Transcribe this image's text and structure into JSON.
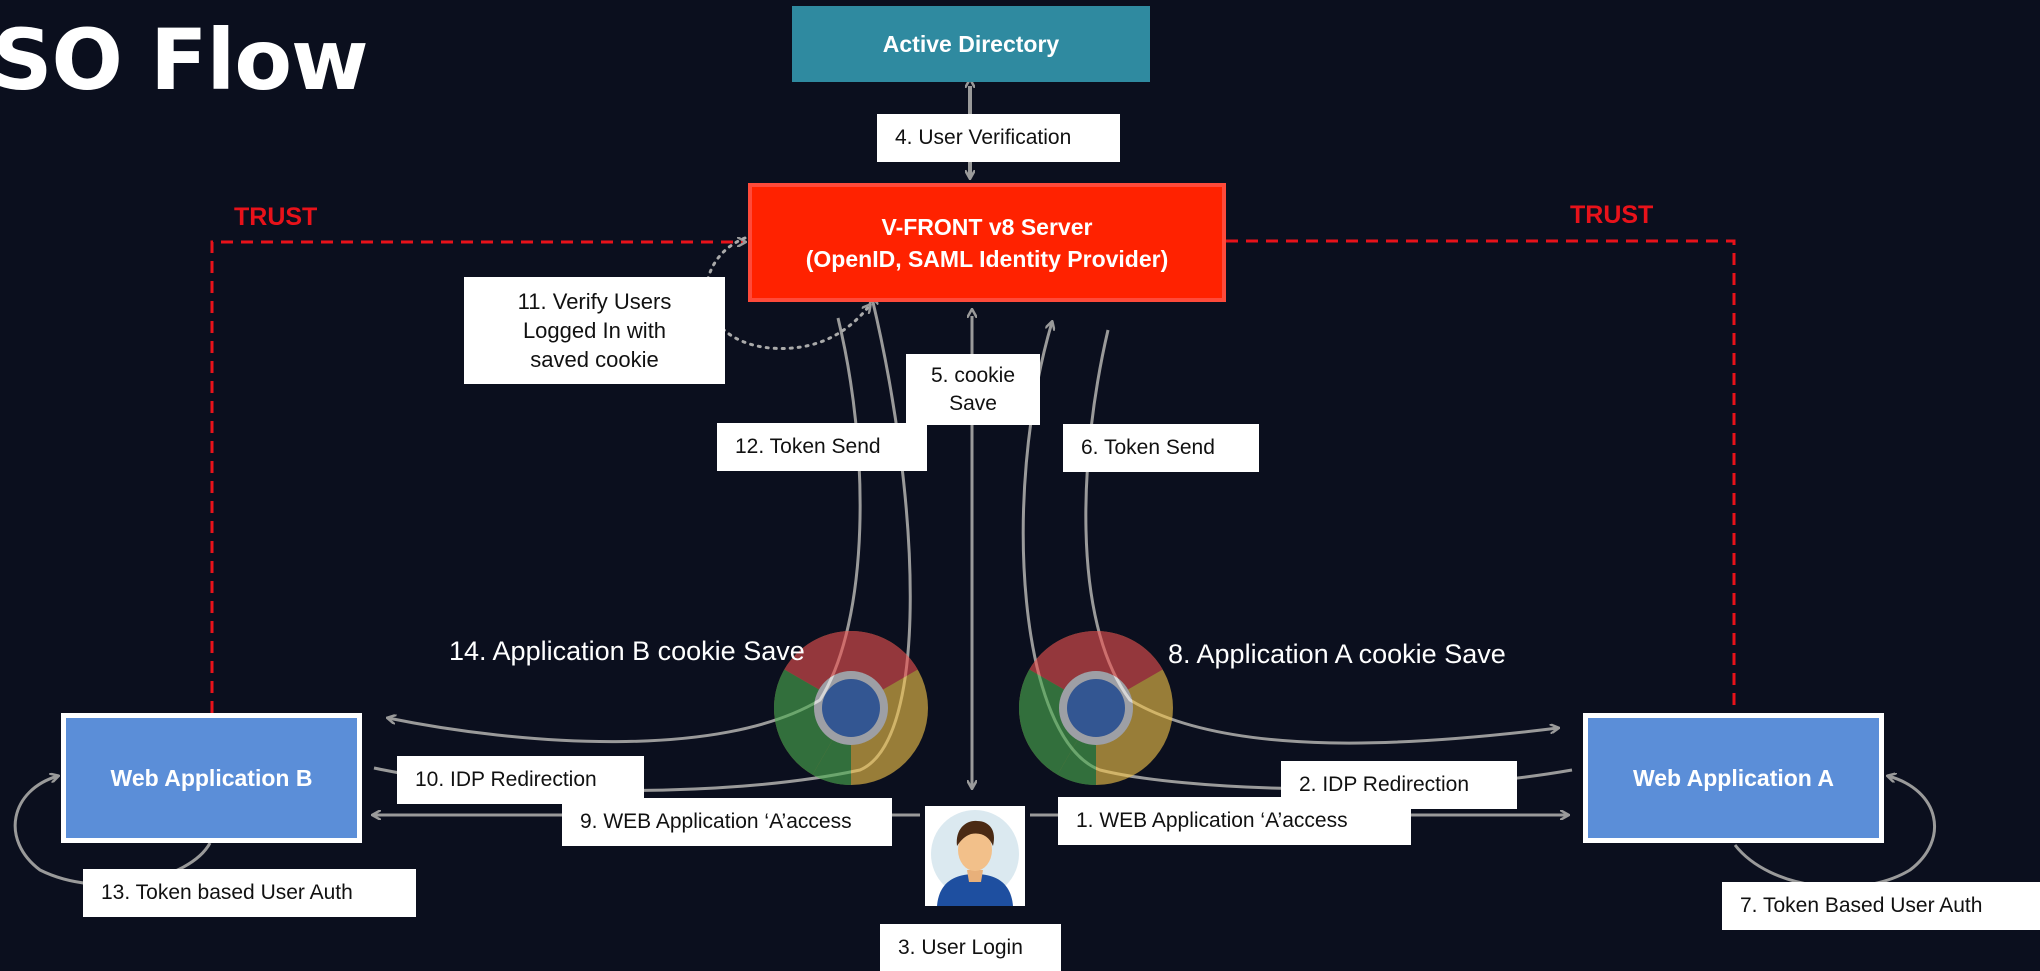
{
  "title": "SO Flow",
  "nodes": {
    "active_directory": "Active Directory",
    "server_line1": "V-FRONT v8 Server",
    "server_line2": "(OpenID, SAML Identity Provider)",
    "web_app_b": "Web Application B",
    "web_app_a": "Web Application A"
  },
  "trust_labels": {
    "left": "TRUST",
    "right": "TRUST"
  },
  "steps": {
    "s1": "1. WEB Application ‘A’access",
    "s2": "2. IDP Redirection",
    "s3": "3. User Login",
    "s4": "4. User Verification",
    "s5_line1": "5. cookie",
    "s5_line2": "Save",
    "s6": "6. Token Send",
    "s7": "7. Token Based User Auth",
    "s8": "8. Application A cookie Save",
    "s9": "9. WEB Application ‘A’access",
    "s10": "10. IDP Redirection",
    "s11_line1": "11. Verify Users",
    "s11_line2": "Logged In with",
    "s11_line3": "saved cookie",
    "s12": "12. Token Send",
    "s13": "13. Token based User Auth",
    "s14": "14. Application B cookie Save"
  },
  "colors": {
    "background": "#0b0f1e",
    "active_directory": "#2f8aa0",
    "server": "#ff2200",
    "web_app": "#5b8ed8",
    "trust_line": "#e8121a",
    "arrow": "#9a9a9a"
  },
  "icons": [
    "chrome-browser-icon",
    "user-avatar-icon"
  ]
}
